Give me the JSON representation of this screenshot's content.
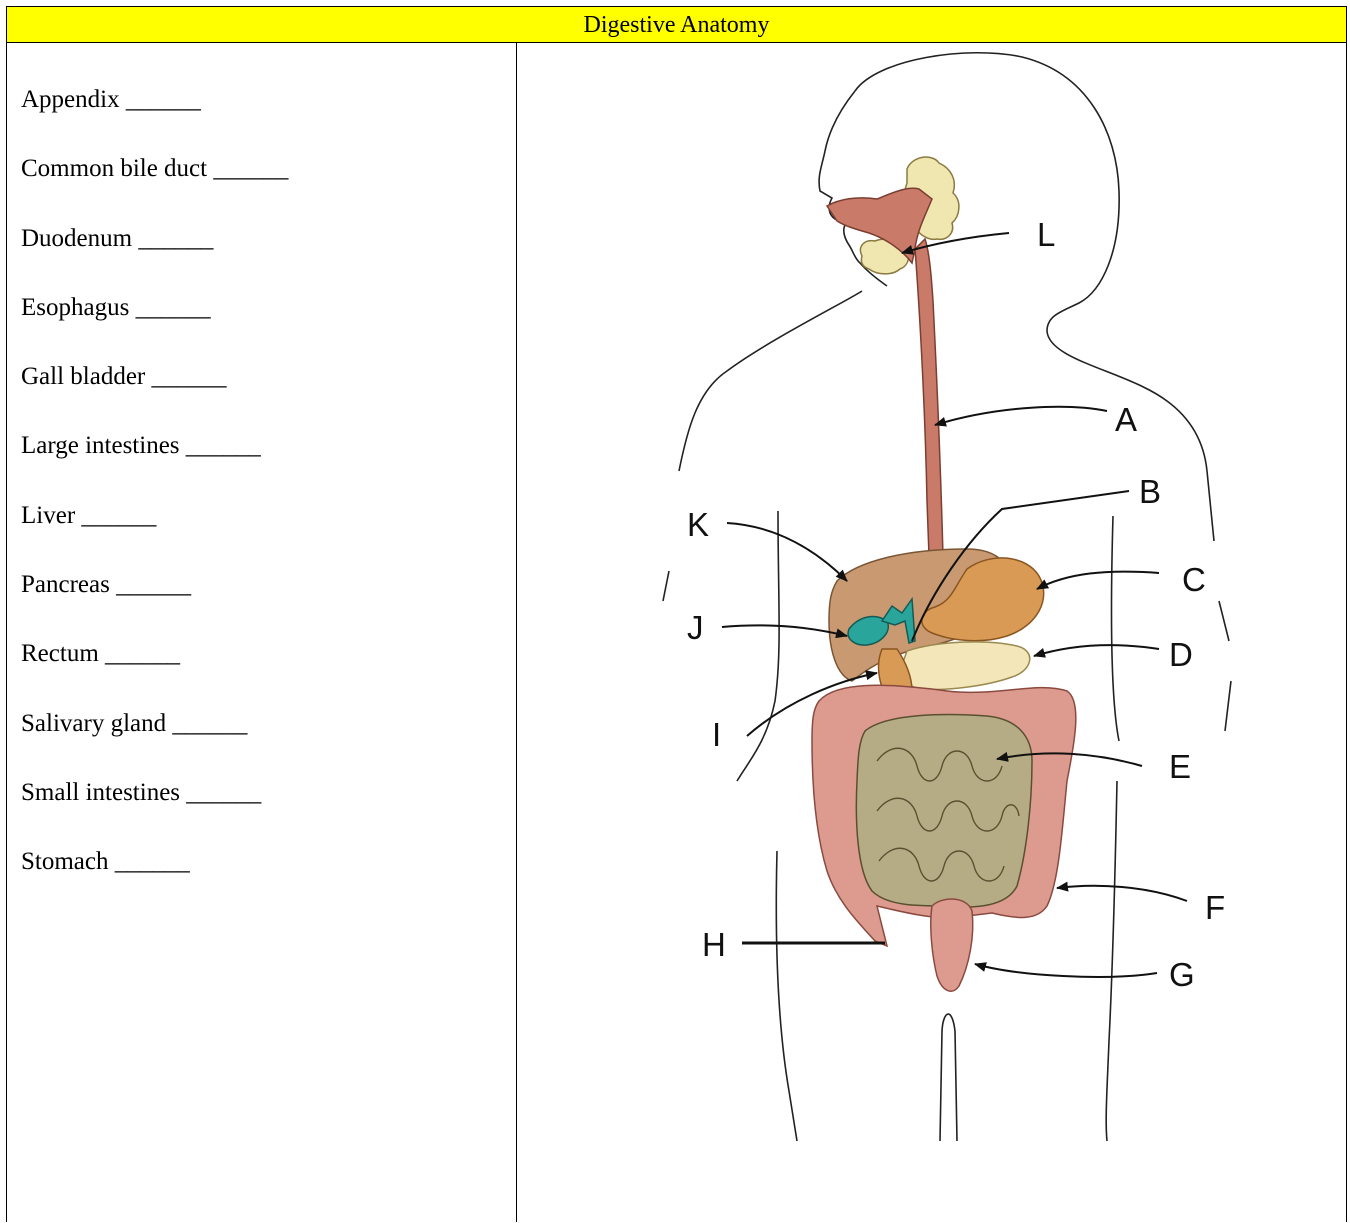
{
  "header": {
    "title": "Digestive Anatomy"
  },
  "terms": [
    "Appendix ______",
    "Common bile duct ______",
    "Duodenum ______",
    "Esophagus ______",
    "Gall bladder ______",
    "Large intestines ______",
    "Liver ______",
    "Pancreas ______",
    "Rectum ______",
    "Salivary gland ______",
    "Small intestines ______",
    "Stomach ______"
  ],
  "diagram": {
    "labels": [
      "A",
      "B",
      "C",
      "D",
      "E",
      "F",
      "G",
      "H",
      "I",
      "J",
      "K",
      "L"
    ]
  },
  "colors": {
    "header_bg": "#ffff00",
    "esophagus": "#c97a68",
    "liver": "#c99a72",
    "stomach": "#d99a55",
    "pancreas": "#f3e6b8",
    "large_intestine": "#dc9b8e",
    "small_intestine": "#b5ab85",
    "gall_bladder": "#2aa59b",
    "salivary": "#f0e6b0"
  }
}
